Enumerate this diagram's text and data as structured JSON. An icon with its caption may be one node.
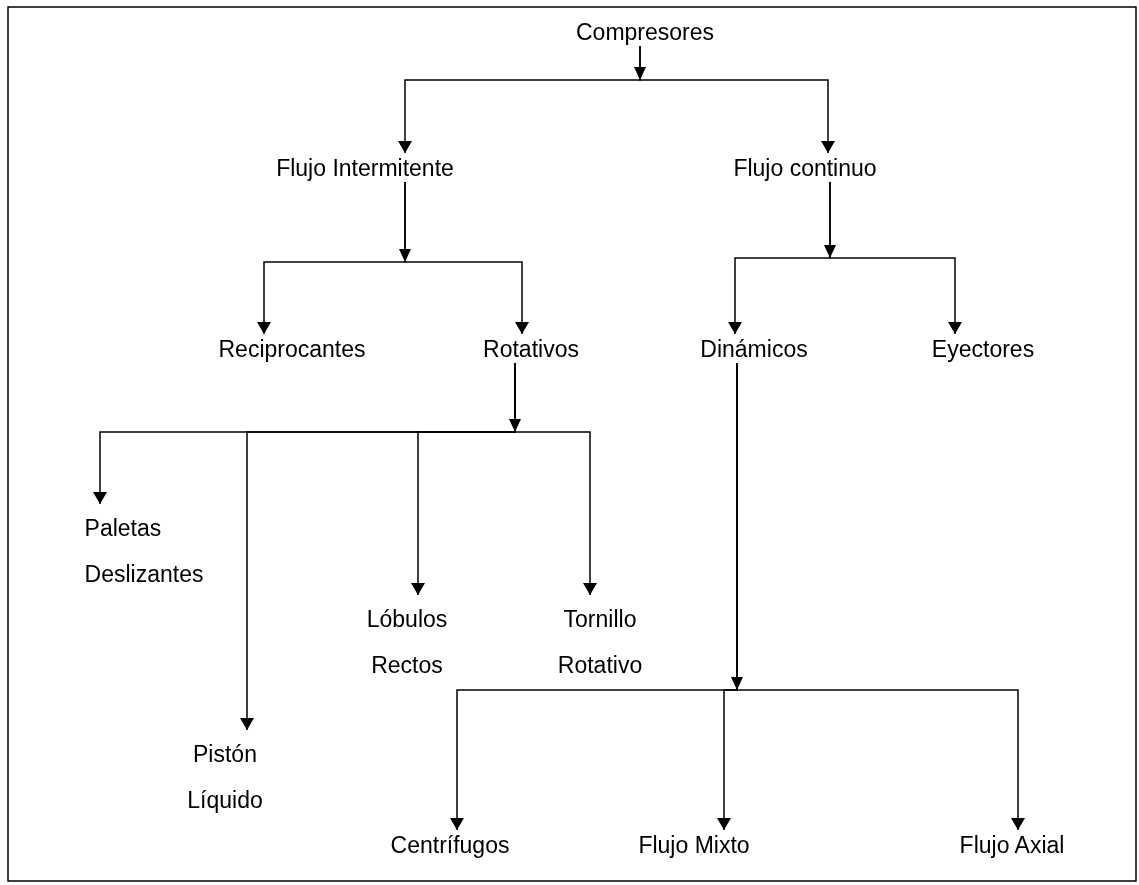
{
  "diagram": {
    "nodes": [
      {
        "text": [
          "Compresores"
        ]
      },
      {
        "text": [
          "Flujo Intermitente"
        ]
      },
      {
        "text": [
          "Flujo continuo"
        ]
      },
      {
        "text": [
          "Reciprocantes"
        ]
      },
      {
        "text": [
          "Rotativos"
        ]
      },
      {
        "text": [
          "Dinámicos"
        ]
      },
      {
        "text": [
          "Eyectores"
        ]
      },
      {
        "text": [
          "Paletas Deslizantes"
        ]
      },
      {
        "text": [
          "Lóbulos Rectos"
        ]
      },
      {
        "text": [
          "Tornillo Rotativo"
        ]
      },
      {
        "text": [
          "Pistón Líquido"
        ]
      },
      {
        "text": [
          "Centrífugos"
        ]
      },
      {
        "text": [
          "Flujo Mixto"
        ]
      },
      {
        "text": [
          "Flujo Axial"
        ]
      }
    ],
    "edges": [
      {
        "from": 0,
        "to": 1,
        "arrow": "to"
      },
      {
        "from": 0,
        "to": 2,
        "arrow": "to"
      },
      {
        "from": 1,
        "to": 3,
        "arrow": "to"
      },
      {
        "from": 1,
        "to": 4,
        "arrow": "to"
      },
      {
        "from": 2,
        "to": 5,
        "arrow": "to"
      },
      {
        "from": 2,
        "to": 6,
        "arrow": "to"
      },
      {
        "from": 4,
        "to": 7,
        "arrow": "to"
      },
      {
        "from": 4,
        "to": 10,
        "arrow": "to"
      },
      {
        "from": 4,
        "to": 8,
        "arrow": "to"
      },
      {
        "from": 4,
        "to": 9,
        "arrow": "to"
      },
      {
        "from": 5,
        "to": 11,
        "arrow": "to"
      },
      {
        "from": 5,
        "to": 12,
        "arrow": "to"
      },
      {
        "from": 5,
        "to": 13,
        "arrow": "to"
      }
    ]
  }
}
